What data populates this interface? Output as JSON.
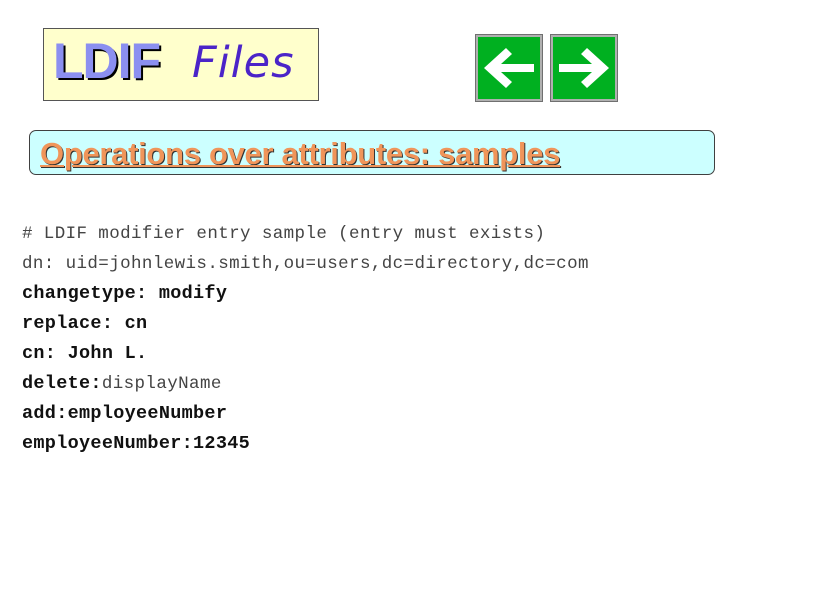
{
  "title": {
    "main": "LDIF",
    "sub": "Files"
  },
  "nav": {
    "prev_icon": "arrow-left-icon",
    "next_icon": "arrow-right-icon",
    "color": "#00b020"
  },
  "heading": "Operations over attributes: samples",
  "code": {
    "comment": "# LDIF modifier entry sample (entry must exists)",
    "dn": "dn: uid=johnlewis.smith,ou=users,dc=directory,dc=com",
    "changetype": "changetype: modify",
    "replace": "replace: cn",
    "cn": "cn: John L.",
    "delete_key": "delete:",
    "delete_val": "displayName",
    "add": "add:employeeNumber",
    "employee_number": "employeeNumber:12345"
  }
}
